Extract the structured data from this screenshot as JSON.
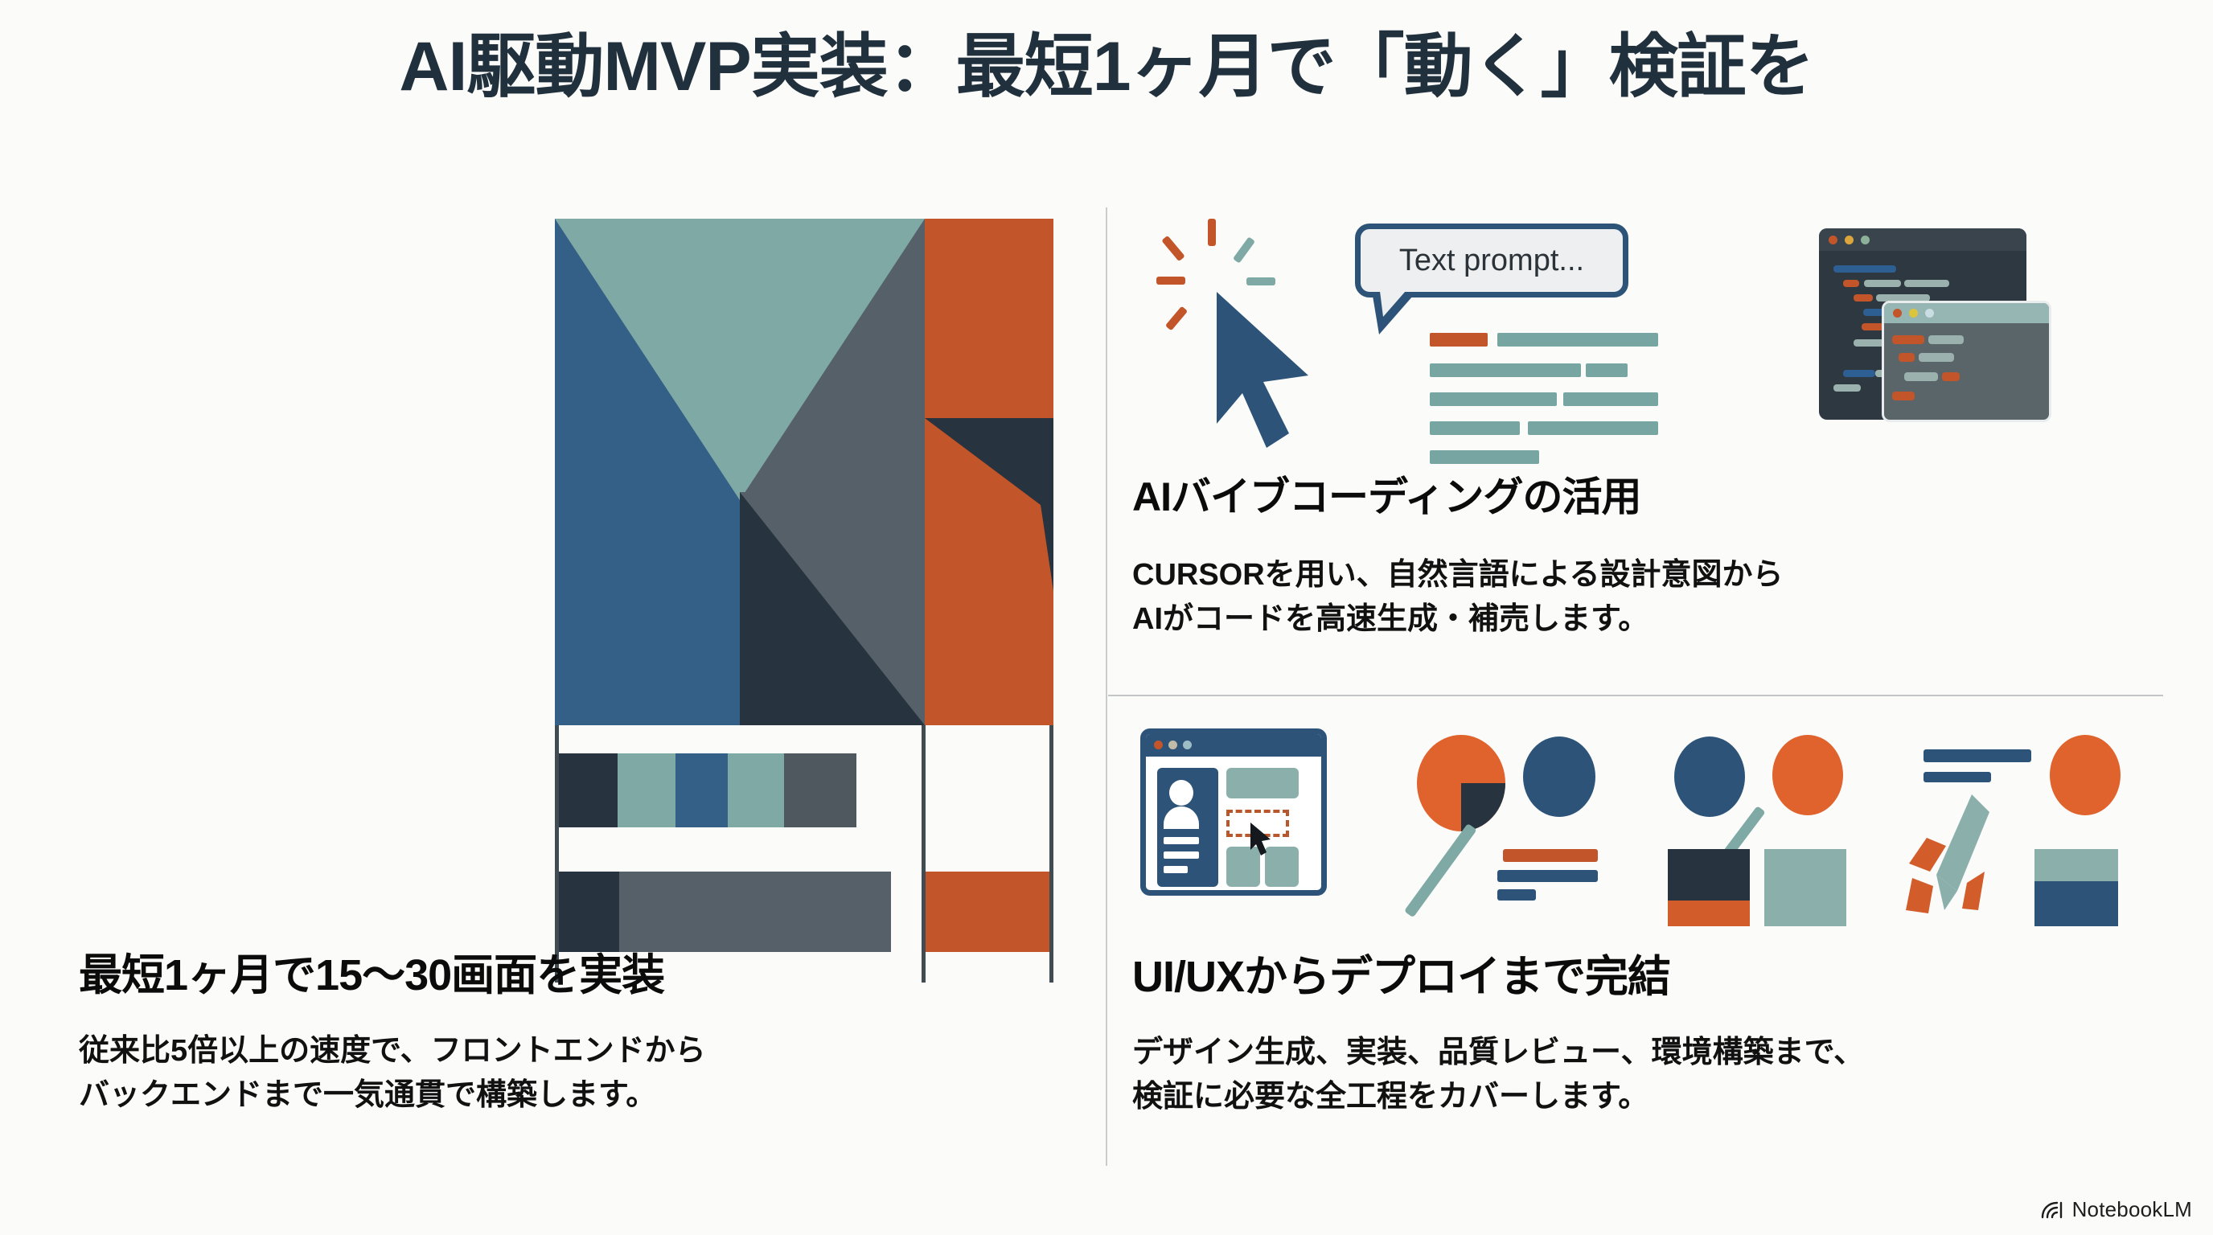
{
  "slide": {
    "title": "AI駆動MVP実装：最短1ヶ月で「動く」検証を",
    "background_color": "#fbfbfa",
    "title_color": "#20303c"
  },
  "palette": {
    "blue": "#345f87",
    "teal": "#7fa9a5",
    "orange": "#c2552a",
    "navy": "#27333e",
    "gray": "#566068",
    "divider": "#c9cbcc"
  },
  "left_panel": {
    "artwork_name": "abstract-geometric-composition",
    "heading": "最短1ヶ月で15〜30画面を実装",
    "body": "従来比5倍以上の速度で、フロントエンドから\nバックエンドまで一気通貫で構築します。"
  },
  "right_top": {
    "illustration_name": "ai-vibe-coding-illustration",
    "prompt_bubble": "Text prompt...",
    "heading": "AIバイブコーディングの活用",
    "body": "CURSORを用い、自然言語による設計意図から\nAIがコードを高速生成・補売します。"
  },
  "right_bottom": {
    "illustration_name": "uiux-to-deploy-illustration",
    "heading": "UI/UXからデプロイまで完結",
    "body": "デザイン生成、実装、品質レビュー、環境構築まで、\n検証に必要な全工程をカバーします。"
  },
  "footer": {
    "logo_icon": "notebooklm-icon",
    "logo_text": "NotebookLM"
  }
}
